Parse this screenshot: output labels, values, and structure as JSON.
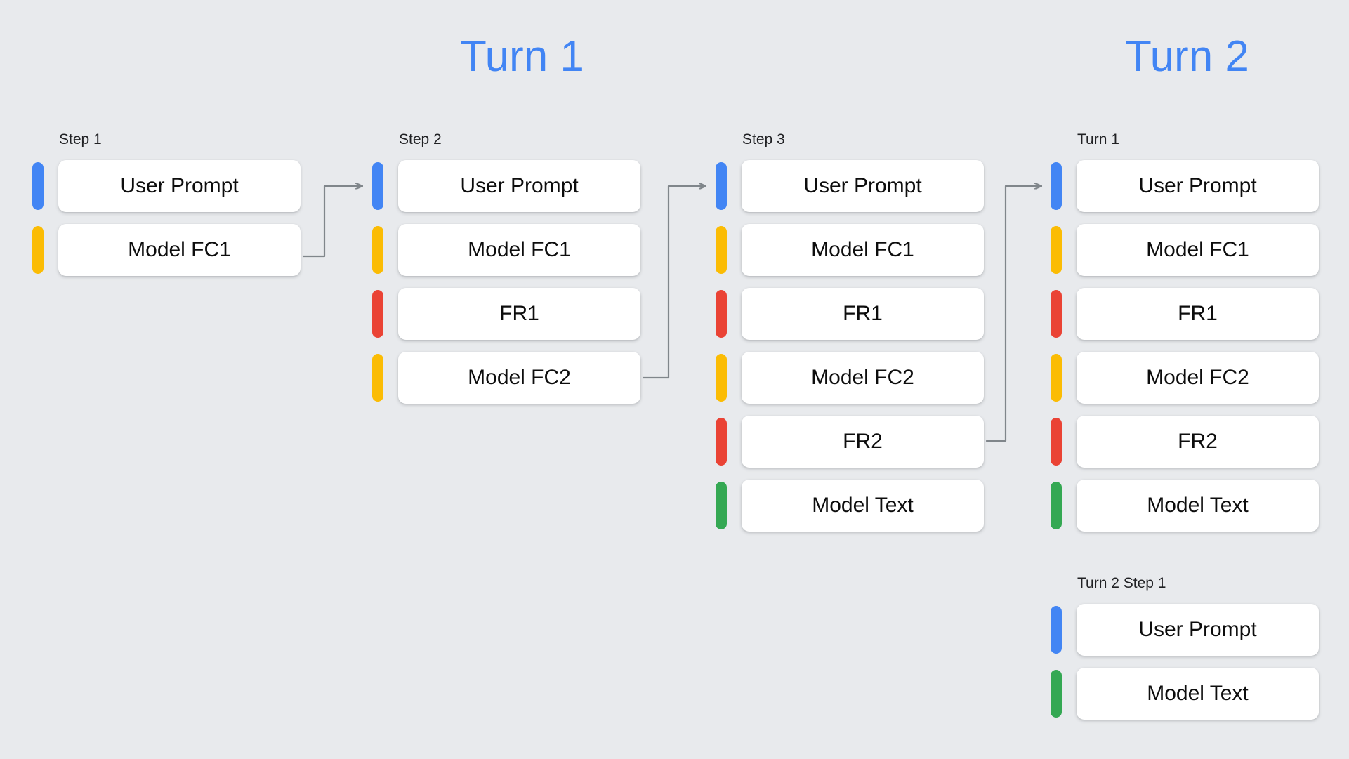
{
  "background_color": "#e8eaed",
  "palette": {
    "user_prompt": "#4285f4",
    "model_fc": "#fbbc04",
    "function_response": "#ea4335",
    "model_text": "#34a853",
    "heading_blue": "#4285f4",
    "card_bg": "#ffffff",
    "connector": "#80868b",
    "label_text": "#202124"
  },
  "headings": [
    {
      "name": "turn-1-heading",
      "text": "Turn 1"
    },
    {
      "name": "turn-2-heading",
      "text": "Turn 2"
    }
  ],
  "groups": [
    {
      "id": "step-1",
      "label": "Step 1",
      "rows": [
        {
          "label": "User Prompt",
          "kind": "user_prompt",
          "color": "#4285f4"
        },
        {
          "label": "Model FC1",
          "kind": "model_fc",
          "color": "#fbbc04"
        }
      ]
    },
    {
      "id": "step-2",
      "label": "Step 2",
      "rows": [
        {
          "label": "User Prompt",
          "kind": "user_prompt",
          "color": "#4285f4"
        },
        {
          "label": "Model FC1",
          "kind": "model_fc",
          "color": "#fbbc04"
        },
        {
          "label": "FR1",
          "kind": "function_response",
          "color": "#ea4335"
        },
        {
          "label": "Model FC2",
          "kind": "model_fc",
          "color": "#fbbc04"
        }
      ]
    },
    {
      "id": "step-3",
      "label": "Step 3",
      "rows": [
        {
          "label": "User Prompt",
          "kind": "user_prompt",
          "color": "#4285f4"
        },
        {
          "label": "Model FC1",
          "kind": "model_fc",
          "color": "#fbbc04"
        },
        {
          "label": "FR1",
          "kind": "function_response",
          "color": "#ea4335"
        },
        {
          "label": "Model FC2",
          "kind": "model_fc",
          "color": "#fbbc04"
        },
        {
          "label": "FR2",
          "kind": "function_response",
          "color": "#ea4335"
        },
        {
          "label": "Model Text",
          "kind": "model_text",
          "color": "#34a853"
        }
      ]
    },
    {
      "id": "turn-1-summary",
      "label": "Turn 1",
      "rows": [
        {
          "label": "User Prompt",
          "kind": "user_prompt",
          "color": "#4285f4"
        },
        {
          "label": "Model FC1",
          "kind": "model_fc",
          "color": "#fbbc04"
        },
        {
          "label": "FR1",
          "kind": "function_response",
          "color": "#ea4335"
        },
        {
          "label": "Model FC2",
          "kind": "model_fc",
          "color": "#fbbc04"
        },
        {
          "label": "FR2",
          "kind": "function_response",
          "color": "#ea4335"
        },
        {
          "label": "Model Text",
          "kind": "model_text",
          "color": "#34a853"
        }
      ]
    },
    {
      "id": "turn-2-step-1",
      "label": "Turn 2 Step 1",
      "rows": [
        {
          "label": "User Prompt",
          "kind": "user_prompt",
          "color": "#4285f4"
        },
        {
          "label": "Model Text",
          "kind": "model_text",
          "color": "#34a853"
        }
      ]
    }
  ],
  "connectors": [
    {
      "id": "arrow-step1-to-step2",
      "from": "step-1",
      "to": "step-2"
    },
    {
      "id": "arrow-step2-to-step3",
      "from": "step-2",
      "to": "step-3"
    },
    {
      "id": "arrow-step3-to-turn1",
      "from": "step-3",
      "to": "turn-1-summary"
    }
  ]
}
